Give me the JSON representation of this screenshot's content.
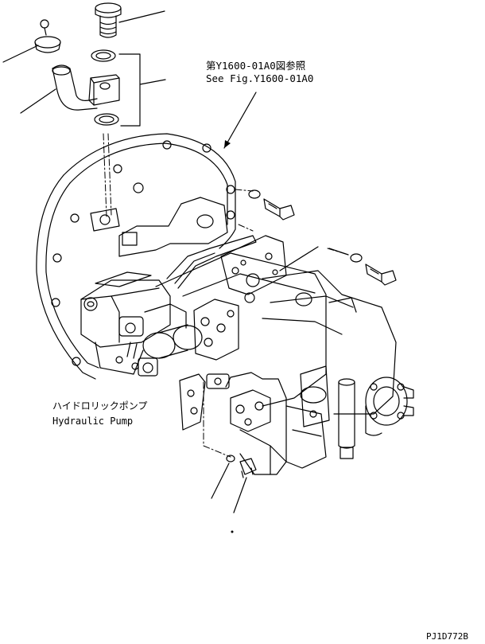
{
  "reference": {
    "jp": "第Y1600-01A0図参照",
    "en": "See Fig.Y1600-01A0"
  },
  "component": {
    "jp": "ハイドロリックポンプ",
    "en": "Hydraulic Pump"
  },
  "drawing_number": "PJ1D772B",
  "colors": {
    "ink": "#000000",
    "paper": "#ffffff"
  }
}
